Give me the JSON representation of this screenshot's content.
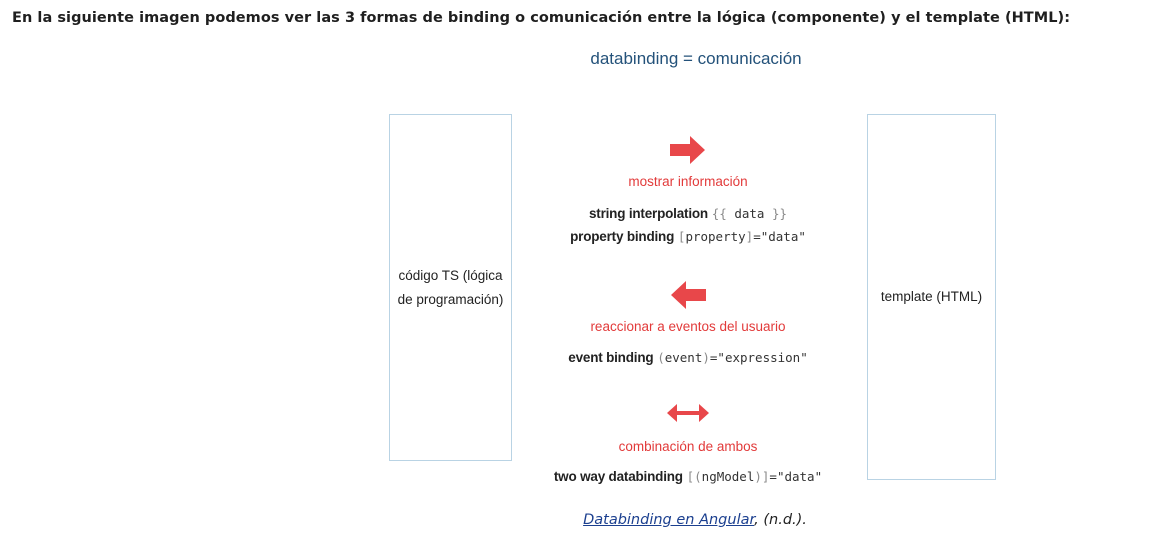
{
  "intro": "En la siguiente imagen podemos ver las 3 formas de binding o comunicación entre la lógica (componente) y el template (HTML):",
  "figure": {
    "title": "databinding = comunicación",
    "left_box": {
      "line1": "código TS (lógica",
      "line2": "de programación)"
    },
    "right_box": "template (HTML)",
    "sections": [
      {
        "caption": "mostrar información",
        "arrow": "arrow-right-icon",
        "items": [
          {
            "name": "string interpolation",
            "open": "{{",
            "code": " data ",
            "close": "}}"
          },
          {
            "name": "property binding",
            "open": "[",
            "code": "property",
            "close": "]",
            "rest": "=\"data\""
          }
        ]
      },
      {
        "caption": "reaccionar a eventos del usuario",
        "arrow": "arrow-left-icon",
        "items": [
          {
            "name": "event binding",
            "open": "(",
            "code": "event",
            "close": ")",
            "rest": "=\"expression\""
          }
        ]
      },
      {
        "caption": "combinación de ambos",
        "arrow": "arrow-both-icon",
        "items": [
          {
            "name": "two way databinding",
            "open": "[(",
            "code": "ngModel",
            "close": ")]",
            "rest": "=\"data\""
          }
        ]
      }
    ],
    "arrow_color": "#e8474a"
  },
  "citation": {
    "link_text": "Databinding en Angular",
    "suffix": ", (n.d.)."
  }
}
